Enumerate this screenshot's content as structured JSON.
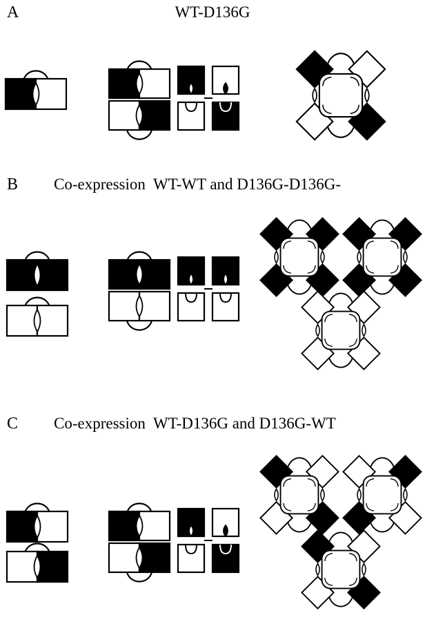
{
  "colors": {
    "wt_subunit": "#000000",
    "mutant_subunit": "#ffffff",
    "outline": "#000000",
    "background": "#ffffff"
  },
  "panels": {
    "a": {
      "label": "A",
      "title": "WT-D136G"
    },
    "b": {
      "label": "B",
      "title": "Co-expression  WT-WT and D136G-D136G-"
    },
    "c": {
      "label": "C",
      "title": "Co-expression  WT-D136G and D136G-WT"
    }
  }
}
